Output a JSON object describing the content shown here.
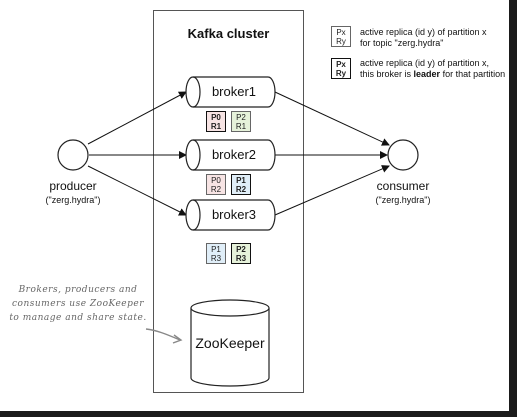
{
  "title": "Kafka cluster",
  "brokers": [
    "broker1",
    "broker2",
    "broker3"
  ],
  "zookeeper": "ZooKeeper",
  "producer": {
    "label": "producer",
    "topic": "(\"zerg.hydra\")"
  },
  "consumer": {
    "label": "consumer",
    "topic": "(\"zerg.hydra\")"
  },
  "replicas": {
    "broker1": [
      {
        "top": "P0",
        "bottom": "R1",
        "leader": true,
        "color": "#f7e4e4"
      },
      {
        "top": "P2",
        "bottom": "R1",
        "leader": false,
        "color": "#e6f2da"
      }
    ],
    "broker2": [
      {
        "top": "P0",
        "bottom": "R2",
        "leader": false,
        "color": "#f7e4e4"
      },
      {
        "top": "P1",
        "bottom": "R2",
        "leader": true,
        "color": "#e0eef8"
      }
    ],
    "broker3": [
      {
        "top": "P1",
        "bottom": "R3",
        "leader": false,
        "color": "#e0eef8"
      },
      {
        "top": "P2",
        "bottom": "R3",
        "leader": true,
        "color": "#e6f2da"
      }
    ]
  },
  "legend": [
    {
      "top": "Px",
      "bottom": "Ry",
      "leader": false,
      "line1": "active replica (id y) of partition x",
      "line2": "for topic \"zerg.hydra\""
    },
    {
      "top": "Px",
      "bottom": "Ry",
      "leader": true,
      "line1": "active replica (id y) of partition x,",
      "line2_pre": "this broker is ",
      "line2_bold": "leader",
      "line2_post": " for that partition"
    }
  ],
  "note": [
    "Brokers, producers and",
    "consumers use ZooKeeper",
    "to manage and share state."
  ]
}
